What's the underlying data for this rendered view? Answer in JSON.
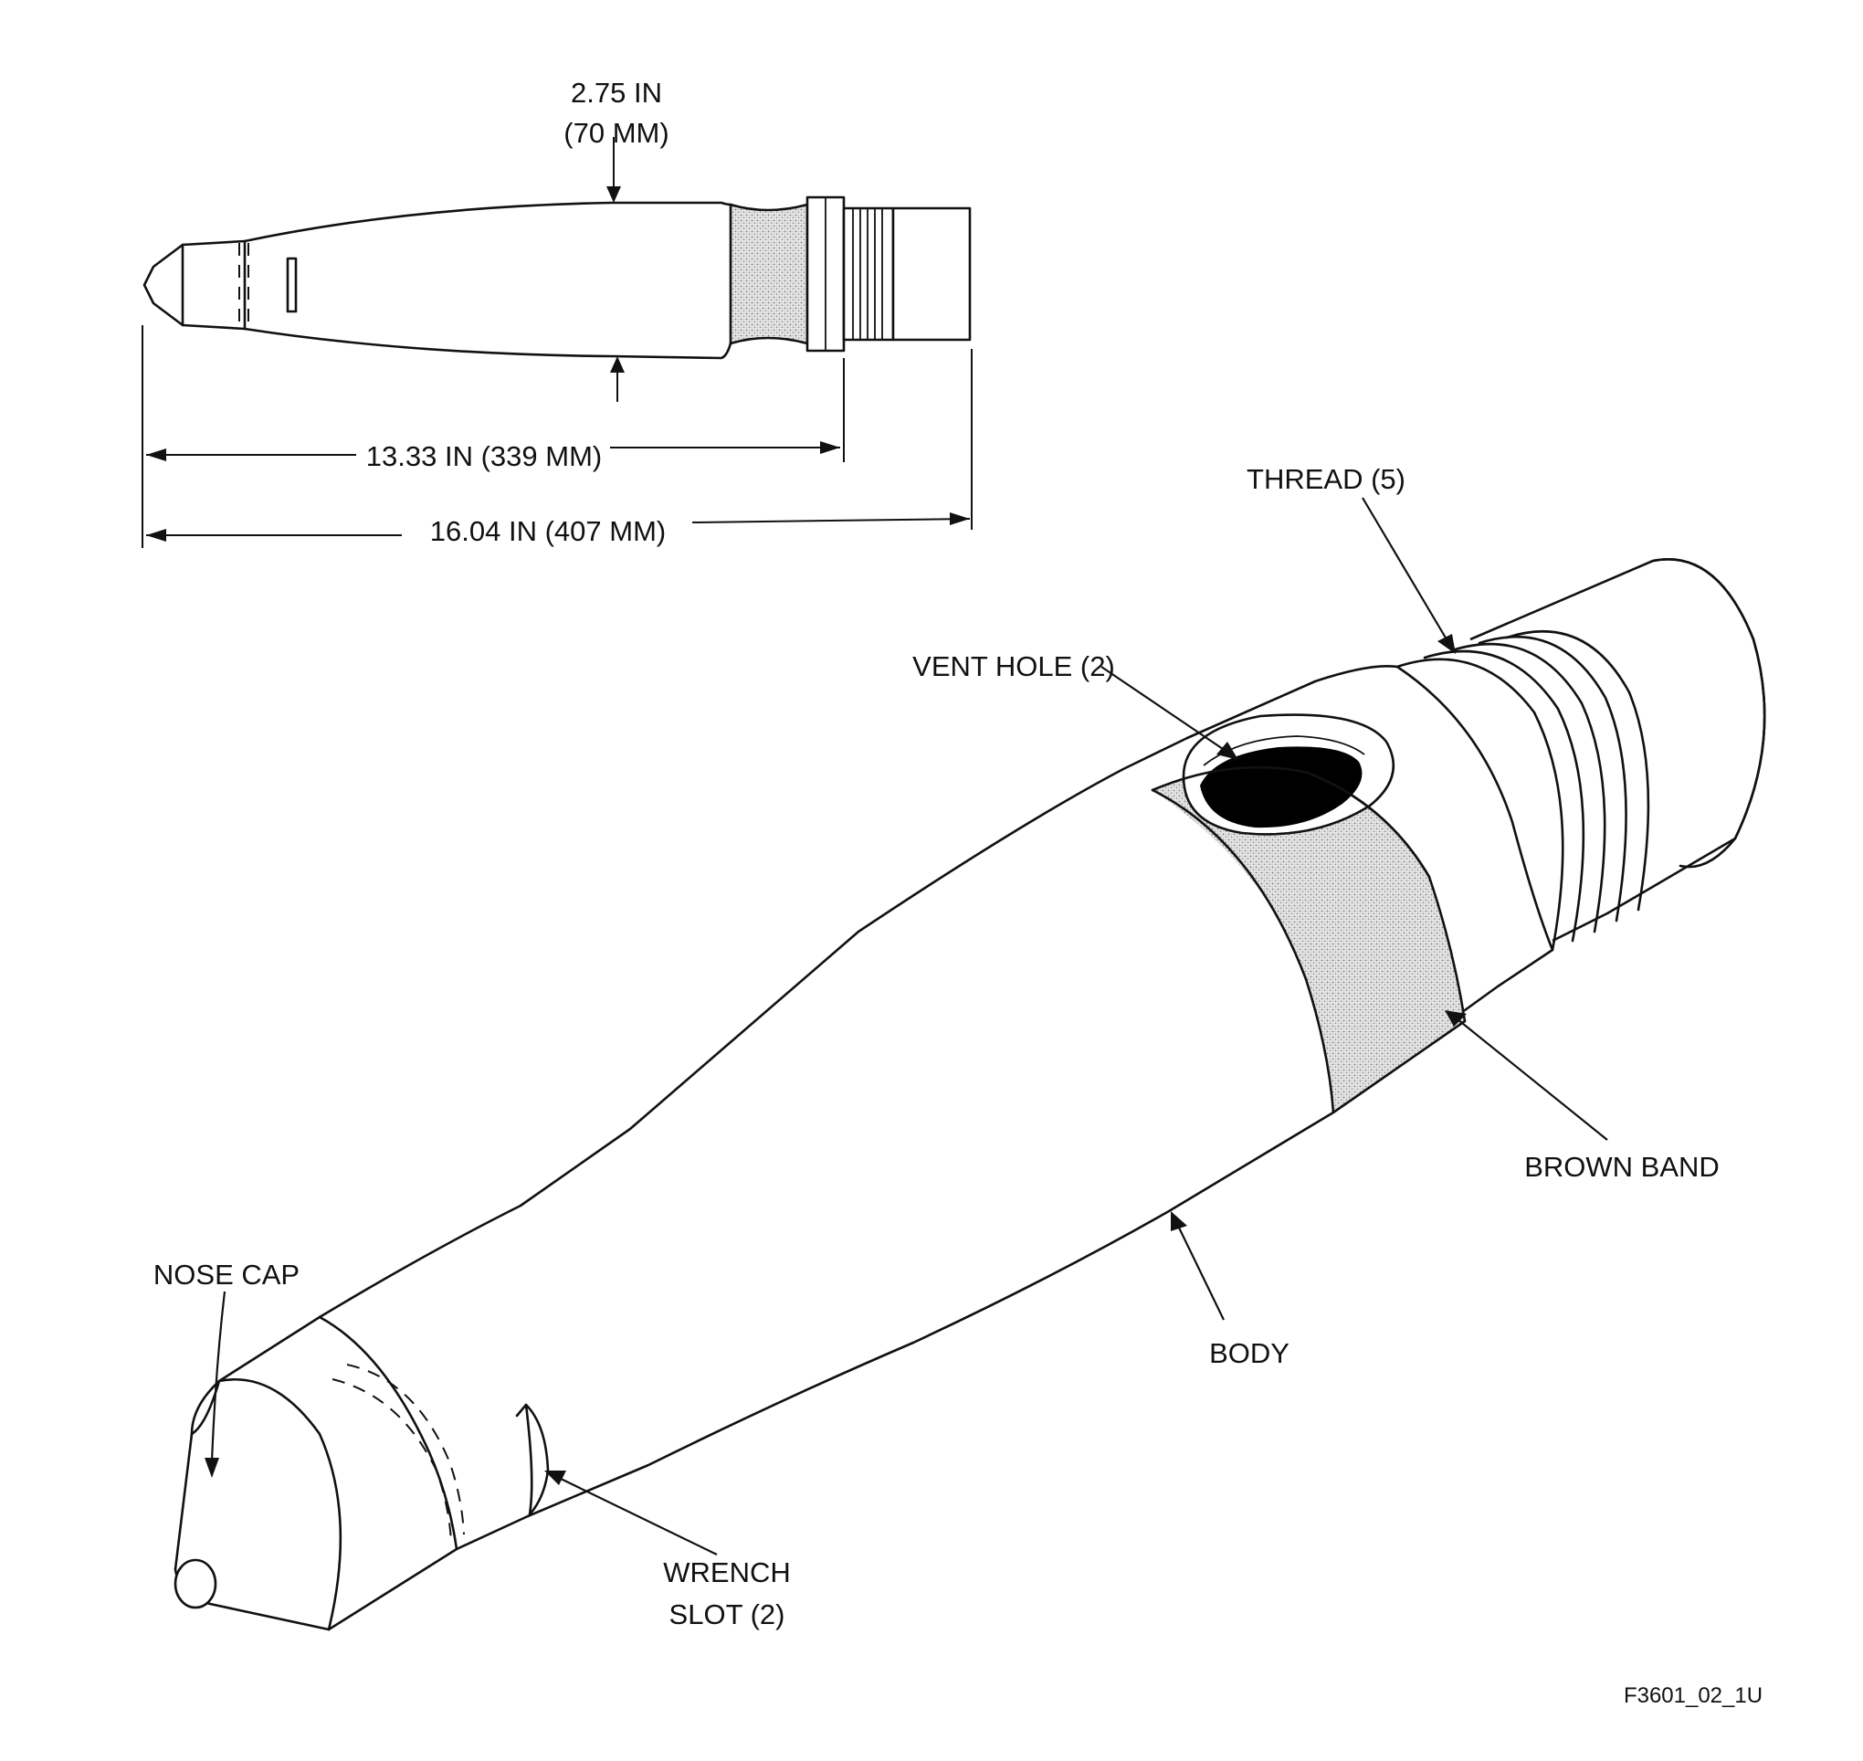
{
  "dimensions": {
    "diameter_in": "2.75 IN",
    "diameter_mm": "(70 MM)",
    "length_short": "13.33 IN (339 MM)",
    "length_full": "16.04 IN (407 MM)"
  },
  "labels": {
    "thread": "THREAD (5)",
    "vent_hole": "VENT HOLE (2)",
    "brown_band": "BROWN BAND",
    "body": "BODY",
    "nose_cap": "NOSE CAP",
    "wrench_slot_line1": "WRENCH",
    "wrench_slot_line2": "SLOT (2)"
  },
  "figure_id": "F3601_02_1U",
  "colors": {
    "ink": "#111111",
    "band_stipple": "#9a9a9a",
    "vent_hole_fill": "#000000"
  }
}
